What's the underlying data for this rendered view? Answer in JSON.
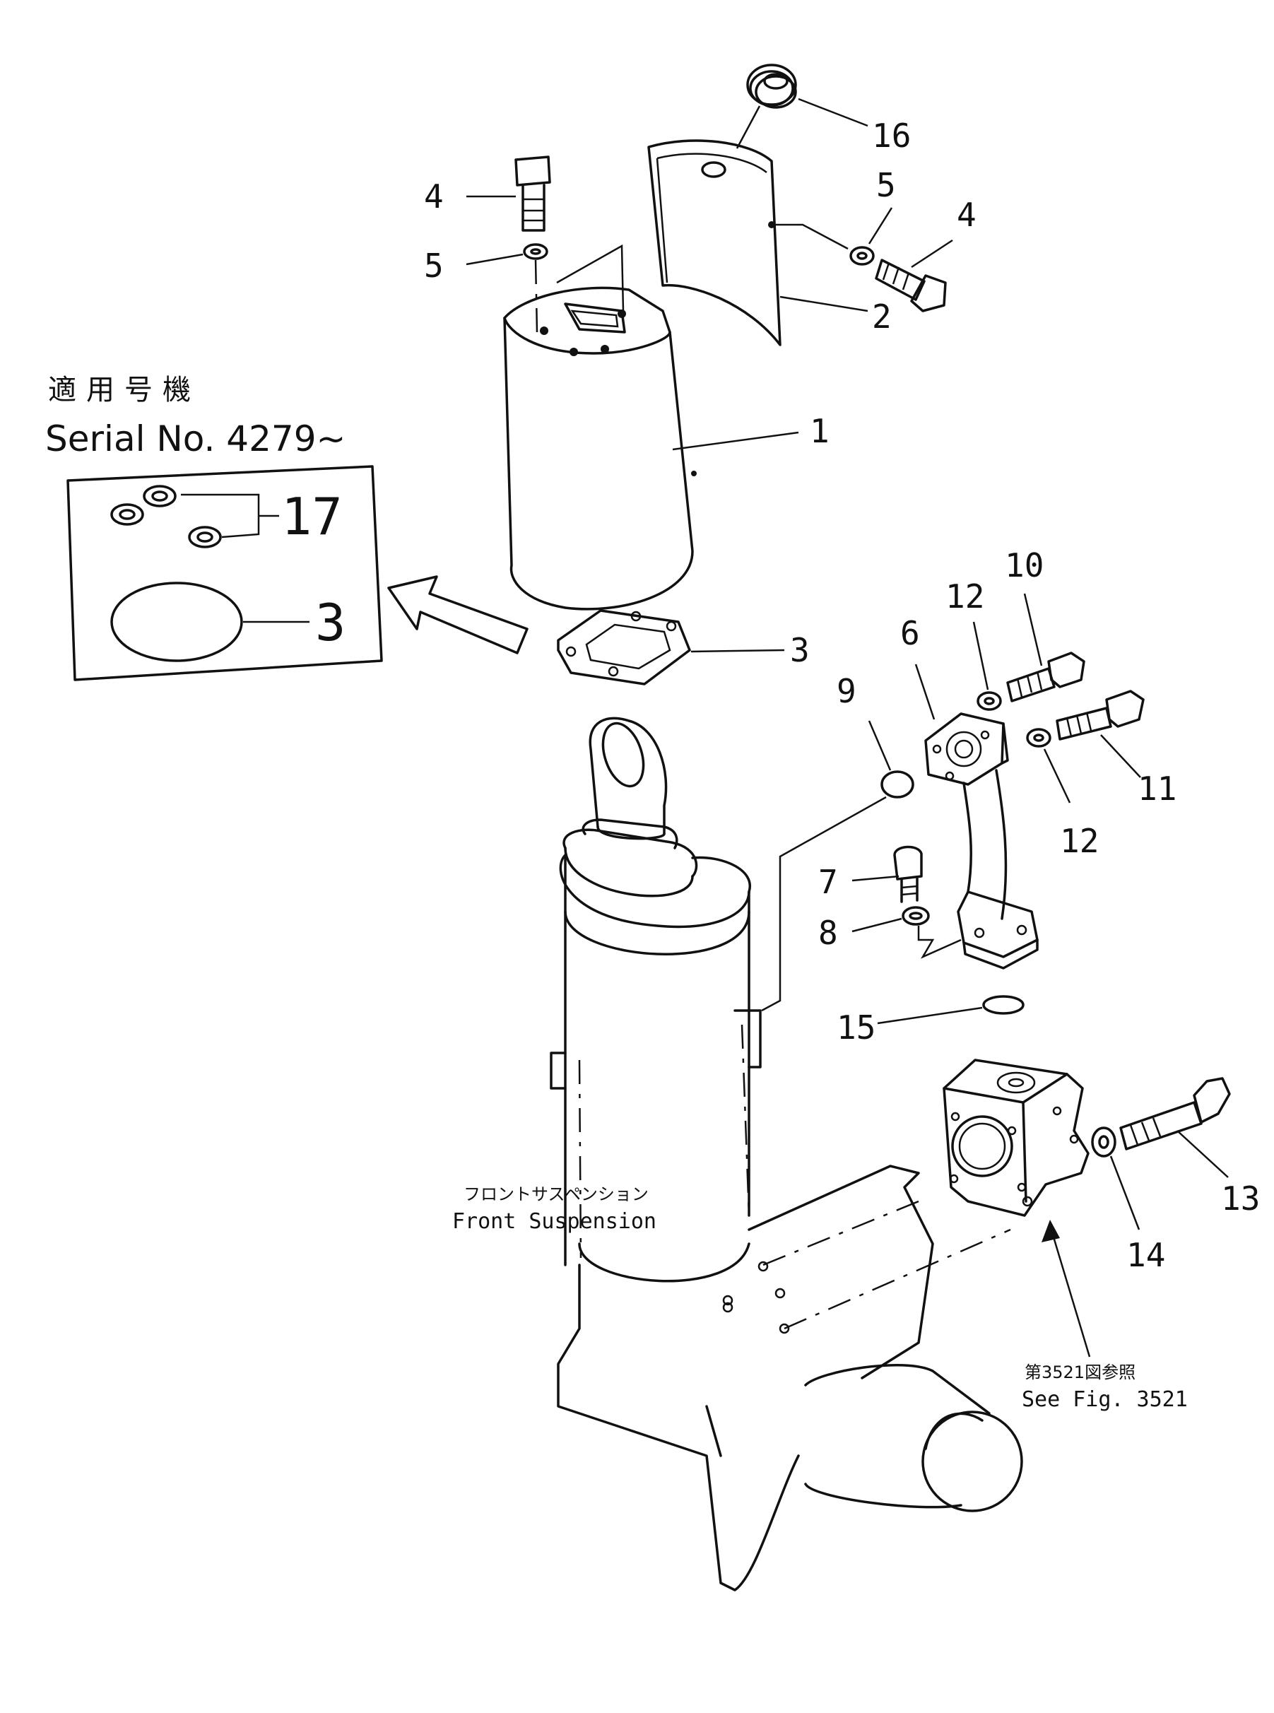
{
  "serial_block": {
    "jp": "適用号機",
    "en": "Serial No. 4279~"
  },
  "inset": {
    "label_17": "17",
    "label_3": "3"
  },
  "callouts": {
    "p1": "1",
    "p2": "2",
    "p3": "3",
    "p4a": "4",
    "p4b": "4",
    "p5a": "5",
    "p5b": "5",
    "p6": "6",
    "p7": "7",
    "p8": "8",
    "p9": "9",
    "p10": "10",
    "p11": "11",
    "p12a": "12",
    "p12b": "12",
    "p13": "13",
    "p14": "14",
    "p15": "15",
    "p16": "16"
  },
  "front_suspension": {
    "jp": "フロントサスペンション",
    "en": "Front  Suspension"
  },
  "see_fig": {
    "jp": "第3521図参照",
    "en": "See  Fig.  3521"
  }
}
